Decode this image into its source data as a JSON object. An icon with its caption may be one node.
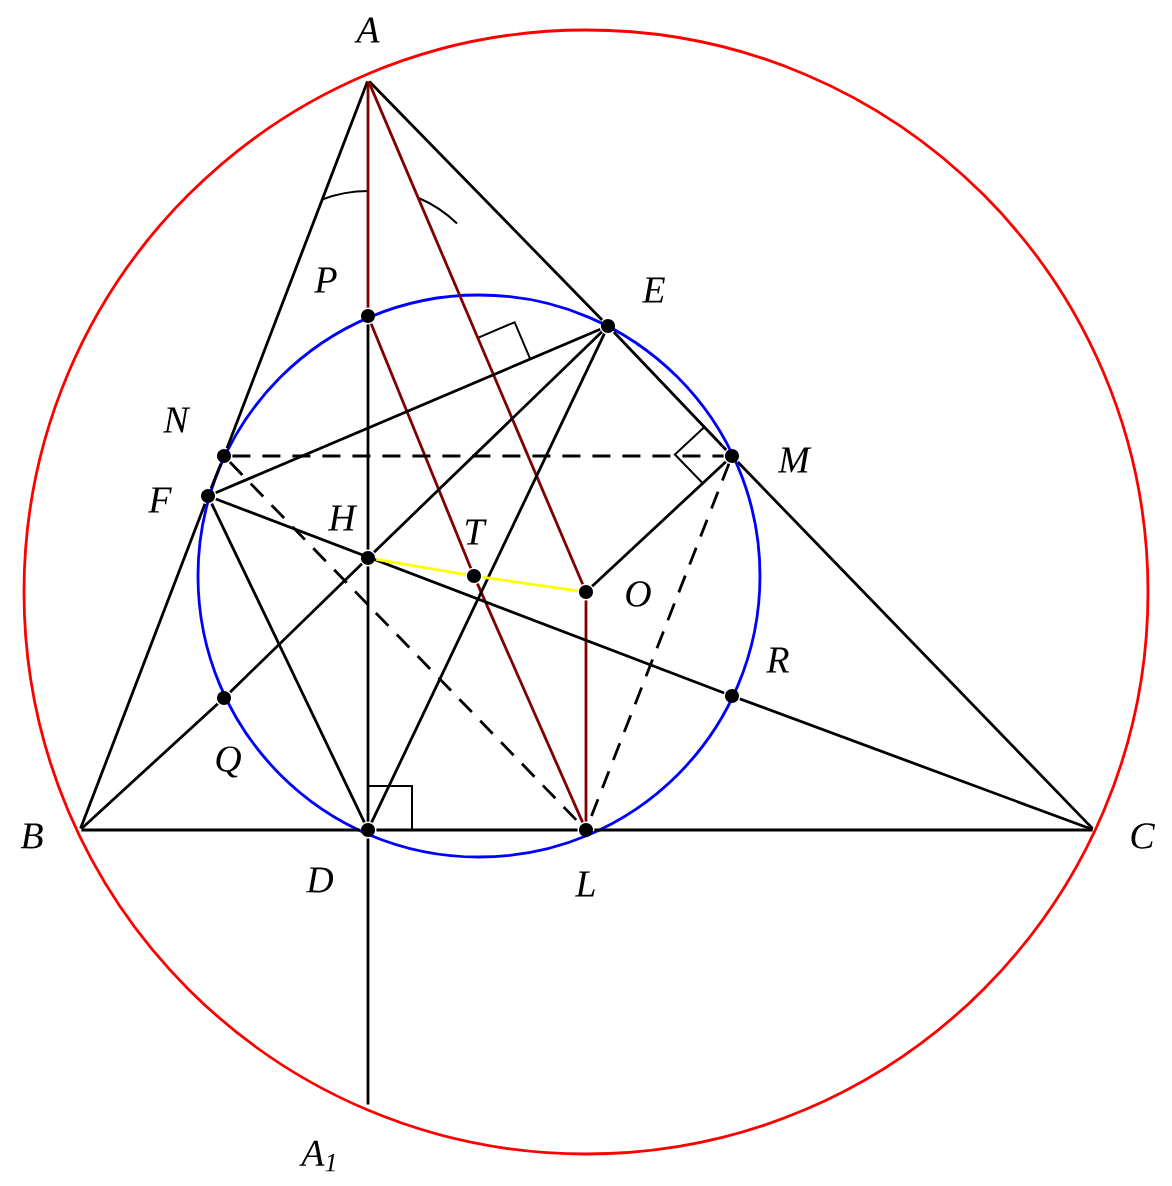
{
  "diagram": {
    "nodes": [
      {
        "text": [
          "A"
        ]
      },
      {
        "text": [
          "B"
        ]
      },
      {
        "text": [
          "C"
        ]
      },
      {
        "text": [
          "D"
        ]
      },
      {
        "text": [
          "L"
        ]
      },
      {
        "text": [
          "E"
        ]
      },
      {
        "text": [
          "F"
        ]
      },
      {
        "text": [
          "N"
        ]
      },
      {
        "text": [
          "M"
        ]
      },
      {
        "text": [
          "P"
        ]
      },
      {
        "text": [
          "H"
        ]
      },
      {
        "text": [
          "T"
        ]
      },
      {
        "text": [
          "O"
        ]
      },
      {
        "text": [
          "Q"
        ]
      },
      {
        "text": [
          "R"
        ]
      },
      {
        "text": [
          "A$_{1}$"
        ]
      }
    ],
    "edges": [
      {
        "from": 0,
        "to": 7,
        "arrow": "none"
      },
      {
        "from": 7,
        "to": 6,
        "arrow": "none"
      },
      {
        "from": 6,
        "to": 1,
        "arrow": "none"
      },
      {
        "from": 0,
        "to": 5,
        "arrow": "none"
      },
      {
        "from": 5,
        "to": 8,
        "arrow": "none"
      },
      {
        "from": 8,
        "to": 2,
        "arrow": "none"
      },
      {
        "from": 1,
        "to": 3,
        "arrow": "none"
      },
      {
        "from": 3,
        "to": 4,
        "arrow": "none"
      },
      {
        "from": 4,
        "to": 2,
        "arrow": "none"
      },
      {
        "from": 0,
        "to": 9,
        "arrow": "none",
        "color": "#800000"
      },
      {
        "from": 9,
        "to": 10,
        "arrow": "none"
      },
      {
        "from": 10,
        "to": 3,
        "arrow": "none"
      },
      {
        "from": 3,
        "to": 15,
        "arrow": "none"
      },
      {
        "from": 0,
        "to": 12,
        "arrow": "none",
        "color": "#800000"
      },
      {
        "from": 9,
        "to": 11,
        "arrow": "none",
        "color": "#800000"
      },
      {
        "from": 11,
        "to": 4,
        "arrow": "none",
        "color": "#800000"
      },
      {
        "from": 12,
        "to": 4,
        "arrow": "none",
        "color": "#800000"
      },
      {
        "from": 1,
        "to": 13,
        "arrow": "none"
      },
      {
        "from": 13,
        "to": 10,
        "arrow": "none"
      },
      {
        "from": 10,
        "to": 5,
        "arrow": "none"
      },
      {
        "from": 2,
        "to": 14,
        "arrow": "none"
      },
      {
        "from": 14,
        "to": 6,
        "arrow": "none"
      },
      {
        "from": 6,
        "to": 5,
        "arrow": "none"
      },
      {
        "from": 6,
        "to": 3,
        "arrow": "none"
      },
      {
        "from": 3,
        "to": 5,
        "arrow": "none"
      },
      {
        "from": 12,
        "to": 8,
        "arrow": "none"
      },
      {
        "from": 7,
        "to": 8,
        "arrow": "none",
        "style": "dashed"
      },
      {
        "from": 7,
        "to": 4,
        "arrow": "none",
        "style": "dashed"
      },
      {
        "from": 8,
        "to": 4,
        "arrow": "none",
        "style": "dashed"
      },
      {
        "from": 10,
        "to": 11,
        "arrow": "none",
        "color": "#ffff00"
      },
      {
        "from": 11,
        "to": 12,
        "arrow": "none",
        "color": "#ffff00"
      }
    ]
  }
}
